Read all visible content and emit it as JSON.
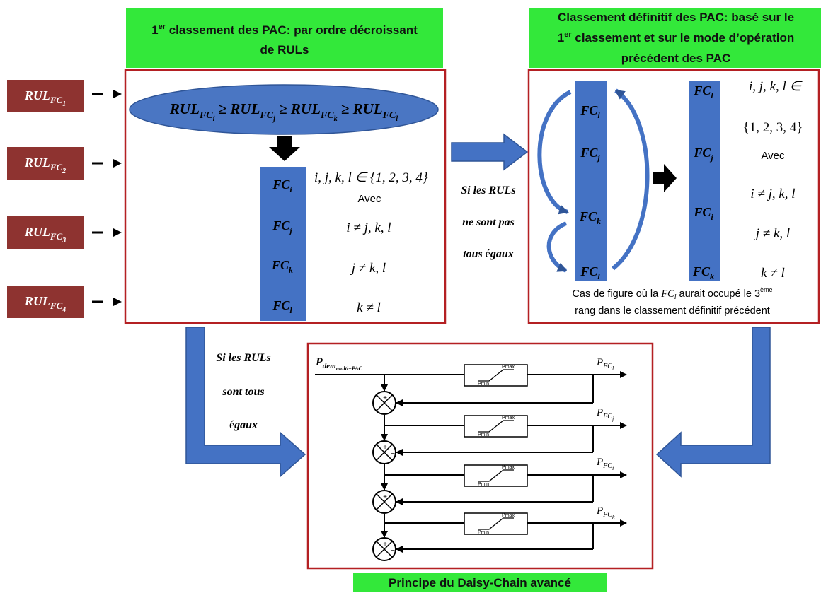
{
  "title_left": {
    "line1_pre": "1",
    "line1_sup": "er",
    "line1_post": " classement des PAC: par ordre décroissant",
    "line2": "de RULs"
  },
  "title_right": {
    "line1": "Classement définitif des PAC: basé sur le",
    "line2_pre": "1",
    "line2_sup": "er",
    "line2_post": " classement et sur le mode d’opération",
    "line3": "précédent des PAC"
  },
  "inputs": [
    {
      "base": "RUL",
      "sub": "FC",
      "subsub": "1"
    },
    {
      "base": "RUL",
      "sub": "FC",
      "subsub": "2"
    },
    {
      "base": "RUL",
      "sub": "FC",
      "subsub": "3"
    },
    {
      "base": "RUL",
      "sub": "FC",
      "subsub": "4"
    }
  ],
  "ellipse": {
    "t1": "RUL",
    "s1": "FC",
    "ss1": "i",
    "op": "≥",
    "t2": "RUL",
    "s2": "FC",
    "ss2": "j",
    "t3": "RUL",
    "s3": "FC",
    "ss3": "k",
    "t4": "RUL",
    "s4": "FC",
    "ss4": "l"
  },
  "left_column": {
    "fc": "FC",
    "subs": [
      "i",
      "j",
      "k",
      "l"
    ]
  },
  "left_conditions": {
    "c1": "i, j, k, l ∈ {1, 2, 3, 4}",
    "avec": "Avec",
    "c2": "i ≠ j, k, l",
    "c3": "j ≠ k, l",
    "c4": "k ≠ l"
  },
  "middle_text": {
    "l1": "Si les RULs",
    "l2": "ne sont pas",
    "l3a": "tous ",
    "l3b": "é",
    "l3c": "gaux"
  },
  "right_col1": {
    "fc": "FC",
    "subs": [
      "i",
      "j",
      "k",
      "l"
    ]
  },
  "right_col2": {
    "fc": "FC",
    "subs": [
      "l",
      "j",
      "i",
      "k"
    ]
  },
  "right_conditions": {
    "c1": "i, j, k, l ∈",
    "c1b": "{1, 2, 3, 4}",
    "avec": "Avec",
    "c2": "i ≠ j, k, l",
    "c3": "j ≠ k, l",
    "c4": "k ≠ l"
  },
  "right_caption": {
    "l1_pre": "Cas de figure où la ",
    "fc": "FC",
    "fcsub": "l",
    "l1_post": " aurait occupé le 3",
    "sup": "ème",
    "l2": "rang dans le classement définitif précédent"
  },
  "equal_text": {
    "l1": "Si les RULs",
    "l2": "sont tous",
    "l3a": "é",
    "l3b": "gaux"
  },
  "daisy": {
    "input_base": "P",
    "input_sub": "dem",
    "input_subsub": "multi−PAC",
    "outputs": [
      {
        "base": "P",
        "sub": "FC",
        "subsub": "l"
      },
      {
        "base": "P",
        "sub": "FC",
        "subsub": "j"
      },
      {
        "base": "P",
        "sub": "FC",
        "subsub": "i"
      },
      {
        "base": "P",
        "sub": "FC",
        "subsub": "k"
      }
    ],
    "limiter_max": "Pmax",
    "limiter_min": "Pmin",
    "plus": "+",
    "minus": "−"
  },
  "bottom_label": "Principe du Daisy-Chain avancé",
  "colors": {
    "green": "#33e83a",
    "dark_red": "#b42023",
    "input_box": "#8e3330",
    "blue": "#4472c4",
    "blue_dark": "#2f5597",
    "ellipse": "#4a76c3"
  }
}
